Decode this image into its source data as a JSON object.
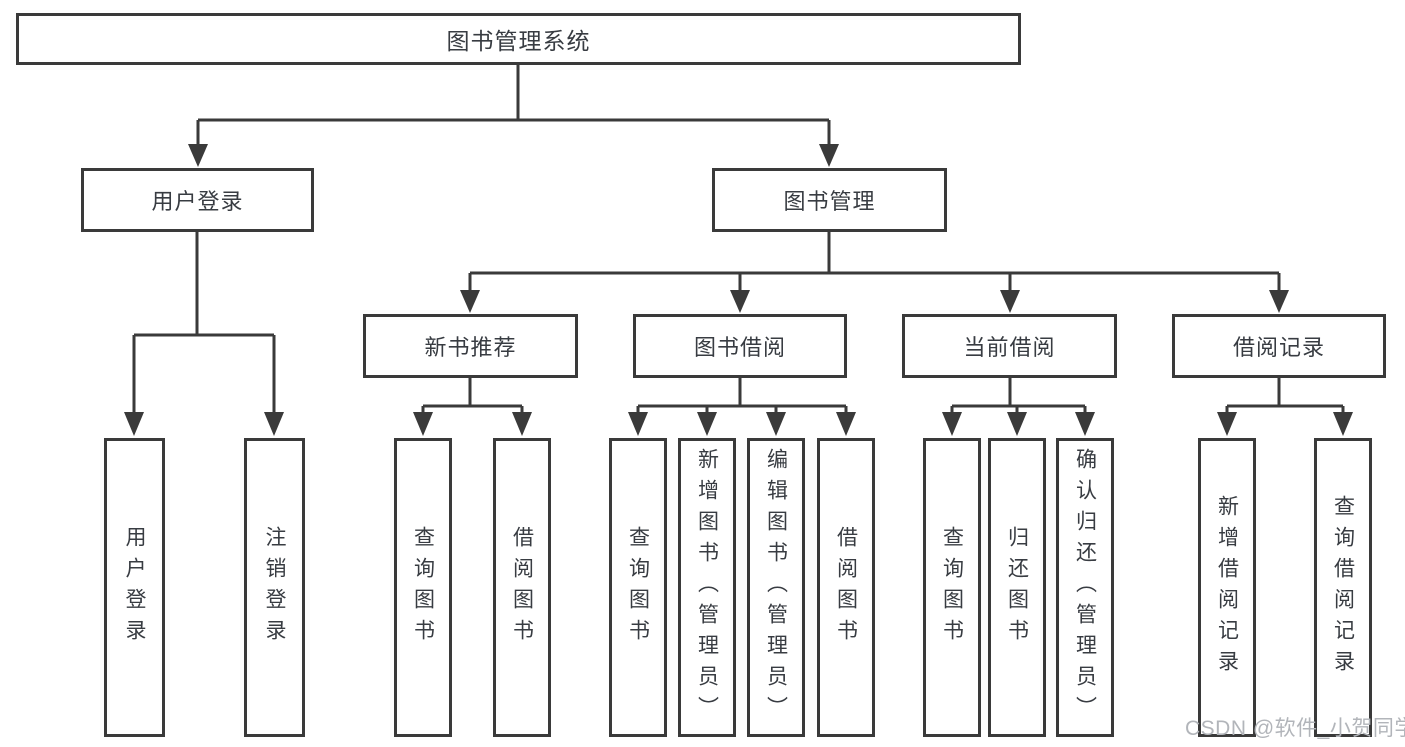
{
  "diagram_title": "图书管理系统",
  "tree": {
    "root": {
      "label": "图书管理系统"
    },
    "children": [
      {
        "label": "用户登录",
        "children": [
          {
            "label": "用户登录"
          },
          {
            "label": "注销登录"
          }
        ]
      },
      {
        "label": "图书管理",
        "children": [
          {
            "label": "新书推荐",
            "children": [
              {
                "label": "查询图书"
              },
              {
                "label": "借阅图书"
              }
            ]
          },
          {
            "label": "图书借阅",
            "children": [
              {
                "label": "查询图书"
              },
              {
                "label": "新增图书（管理员）"
              },
              {
                "label": "编辑图书（管理员）"
              },
              {
                "label": "借阅图书"
              }
            ]
          },
          {
            "label": "当前借阅",
            "children": [
              {
                "label": "查询图书"
              },
              {
                "label": "归还图书"
              },
              {
                "label": "确认归还（管理员）"
              }
            ]
          },
          {
            "label": "借阅记录",
            "children": [
              {
                "label": "新增借阅记录"
              },
              {
                "label": "查询借阅记录"
              }
            ]
          }
        ]
      }
    ]
  },
  "watermark": {
    "text": "CSDN @软件_小贺同学"
  },
  "colors": {
    "line": "#3a3a3a",
    "text": "#383c42",
    "background": "#ffffff",
    "watermark": "#b2b5ba"
  }
}
